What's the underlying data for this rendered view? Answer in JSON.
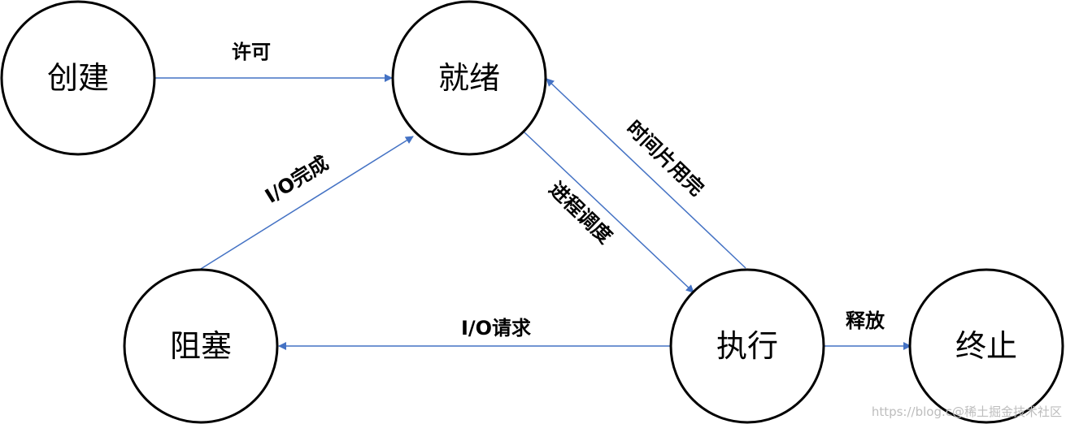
{
  "diagram": {
    "arrow_color": "#4472c4",
    "nodes": {
      "create": "创建",
      "ready": "就绪",
      "blocked": "阻塞",
      "running": "执行",
      "terminated": "终止"
    },
    "edges": {
      "create_to_ready": "许可",
      "io_complete": "I/O完成",
      "schedule": "进程调度",
      "timeslice": "时间片用完",
      "io_request": "I/O请求",
      "release": "释放"
    },
    "watermark": "https://blog.c@稀土掘金技术社区"
  }
}
